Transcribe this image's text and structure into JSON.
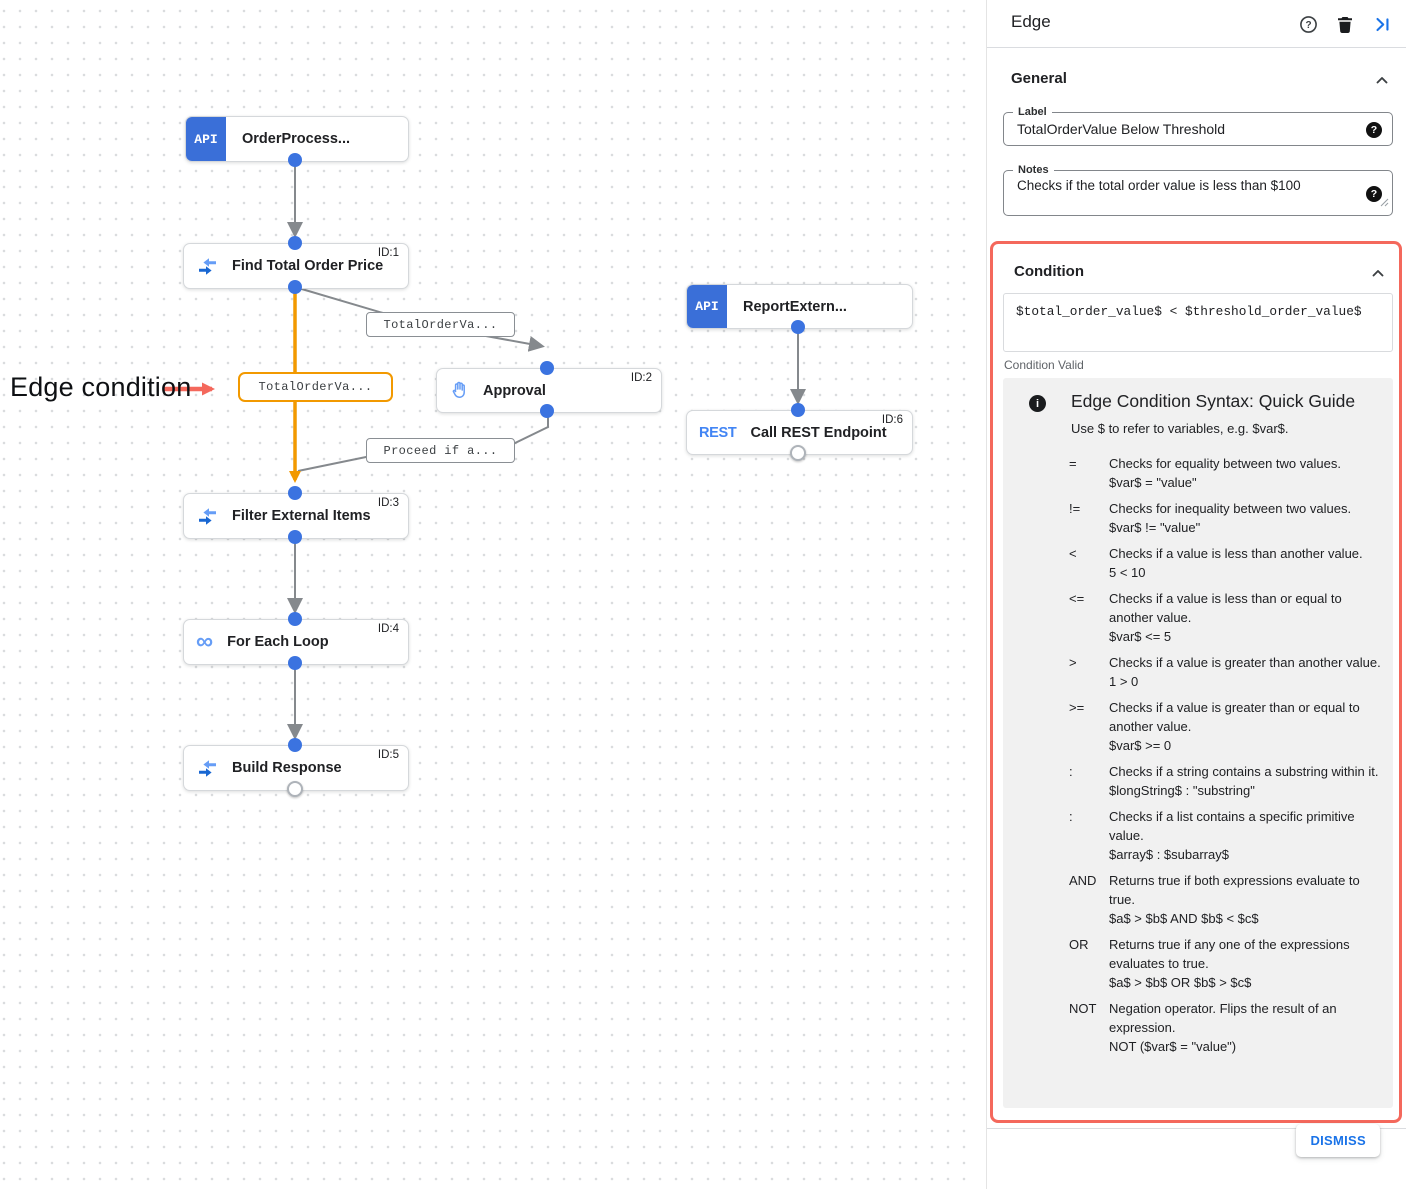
{
  "colors": {
    "accent_blue": "#1A73E8",
    "node_badge_blue": "#3A6FD8",
    "connector_blue": "#3B73E0",
    "edge_orange": "#F29900",
    "highlight_red": "#F4685C",
    "guide_background": "#F1F1F1"
  },
  "canvas": {
    "annotation": "Edge condition",
    "nodes": [
      {
        "badge": "API",
        "title": "OrderProcess...",
        "id": ""
      },
      {
        "icon": "data-mapping-icon",
        "title": "Find Total Order Price",
        "id": "ID:1"
      },
      {
        "icon": "hand-icon",
        "title": "Approval",
        "id": "ID:2"
      },
      {
        "icon": "data-mapping-icon",
        "title": "Filter External Items",
        "id": "ID:3"
      },
      {
        "icon": "loop-icon",
        "title": "For Each Loop",
        "id": "ID:4"
      },
      {
        "icon": "data-mapping-icon",
        "title": "Build Response",
        "id": "ID:5"
      },
      {
        "badge": "API",
        "title": "ReportExtern...",
        "id": ""
      },
      {
        "badge": "REST",
        "title": "Call REST Endpoint",
        "id": "ID:6"
      }
    ],
    "edge_labels": {
      "total_order_top": "TotalOrderVa...",
      "total_order_selected": "TotalOrderVa...",
      "proceed": "Proceed if a..."
    }
  },
  "icons": {
    "help_glyph": "?",
    "field_help_glyph": "?",
    "info_glyph": "i"
  },
  "panel": {
    "title": "Edge",
    "general": {
      "heading": "General",
      "label_field": {
        "label": "Label",
        "value": "TotalOrderValue Below Threshold"
      },
      "notes_field": {
        "label": "Notes",
        "value": "Checks if the total order value is less than $100"
      }
    },
    "condition": {
      "heading": "Condition",
      "expression": "$total_order_value$ < $threshold_order_value$",
      "status": "Condition Valid",
      "guide": {
        "title": "Edge Condition Syntax: Quick Guide",
        "subtitle": "Use $ to refer to variables, e.g. $var$.",
        "rows": [
          {
            "op": "=",
            "desc": "Checks for equality between two values.",
            "example": "$var$ = \"value\""
          },
          {
            "op": "!=",
            "desc": "Checks for inequality between two values.",
            "example": "$var$ != \"value\""
          },
          {
            "op": "<",
            "desc": "Checks if a value is less than another value.",
            "example": "5 < 10"
          },
          {
            "op": "<=",
            "desc": "Checks if a value is less than or equal to another value.",
            "example": "$var$ <= 5"
          },
          {
            "op": ">",
            "desc": "Checks if a value is greater than another value.",
            "example": "1 > 0"
          },
          {
            "op": ">=",
            "desc": "Checks if a value is greater than or equal to another value.",
            "example": "$var$ >= 0"
          },
          {
            "op": ":",
            "desc": "Checks if a string contains a substring within it.",
            "example": "$longString$ : \"substring\""
          },
          {
            "op": ":",
            "desc": "Checks if a list contains a specific primitive value.",
            "example": "$array$ : $subarray$"
          },
          {
            "op": "AND",
            "desc": "Returns true if both expressions evaluate to true.",
            "example": "$a$ > $b$ AND $b$ < $c$"
          },
          {
            "op": "OR",
            "desc": "Returns true if any one of the expressions evaluates to true.",
            "example": "$a$ > $b$ OR $b$ > $c$"
          },
          {
            "op": "NOT",
            "desc": "Negation operator. Flips the result of an expression.",
            "example": "NOT ($var$ = \"value\")"
          }
        ]
      }
    },
    "dismiss_label": "DISMISS"
  }
}
